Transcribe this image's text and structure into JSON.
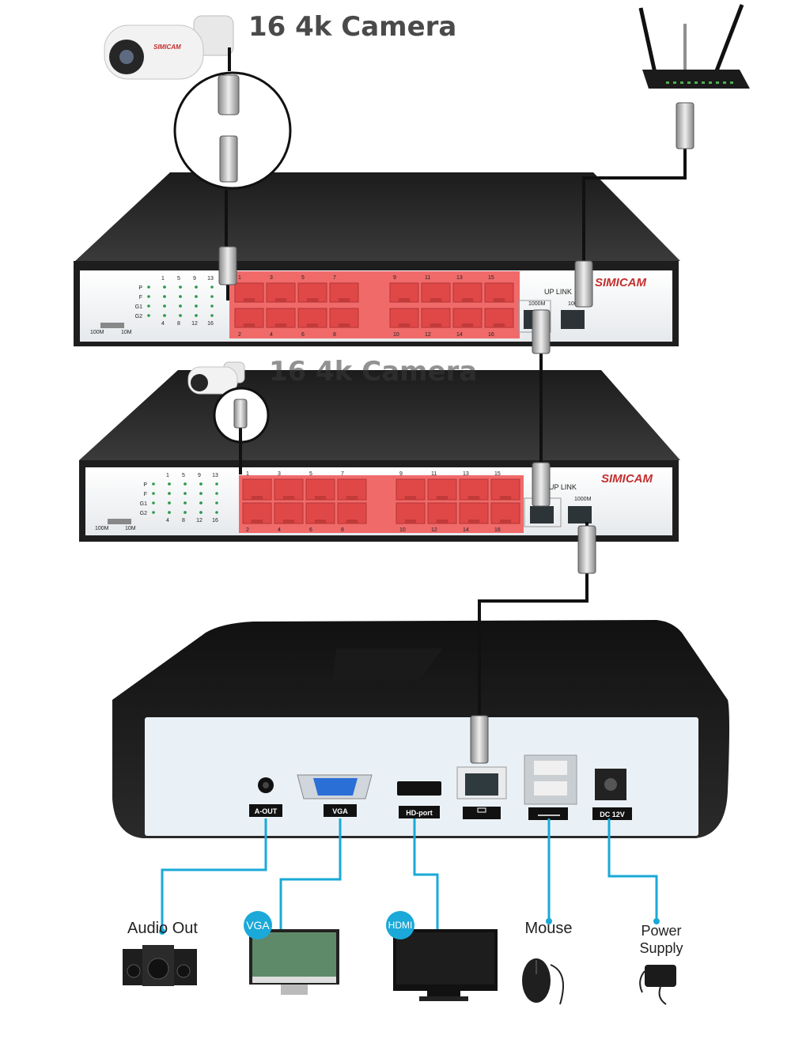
{
  "title_top": "16 4k Camera",
  "title_mid": "16 4k Camera",
  "brand": "SIMICAM",
  "switch": {
    "led_rows": [
      "P",
      "F",
      "G1",
      "G2"
    ],
    "led_top_nums": [
      "1",
      "5",
      "9",
      "13"
    ],
    "led_bottom_nums": [
      "4",
      "8",
      "12",
      "16"
    ],
    "port_top_nums": [
      "1",
      "3",
      "5",
      "7",
      "9",
      "11",
      "13",
      "15"
    ],
    "port_bottom_nums": [
      "2",
      "4",
      "6",
      "8",
      "10",
      "12",
      "14",
      "16"
    ],
    "uplink_label": "UP LINK",
    "uplink_speed_left": "1000M",
    "uplink_speed_right": "100",
    "speed_left": "100M",
    "speed_right": "10M",
    "accent_color": "#f06a6a"
  },
  "switch2": {
    "uplink_speed_right": "1000M"
  },
  "nvr": {
    "port_labels": [
      "A-OUT",
      "VGA",
      "HD-port",
      "",
      "",
      "DC 12V"
    ]
  },
  "devices": {
    "audio": "Audio Out",
    "vga_badge": "VGA",
    "hdmi_badge": "HDMI",
    "mouse": "Mouse",
    "power_line1": "Power",
    "power_line2": "Supply"
  },
  "colors": {
    "connector_line": "#1aa9d8",
    "port_red": "#e04848",
    "switch_body": "#2a2a2a",
    "panel": "#f4f6f8"
  }
}
